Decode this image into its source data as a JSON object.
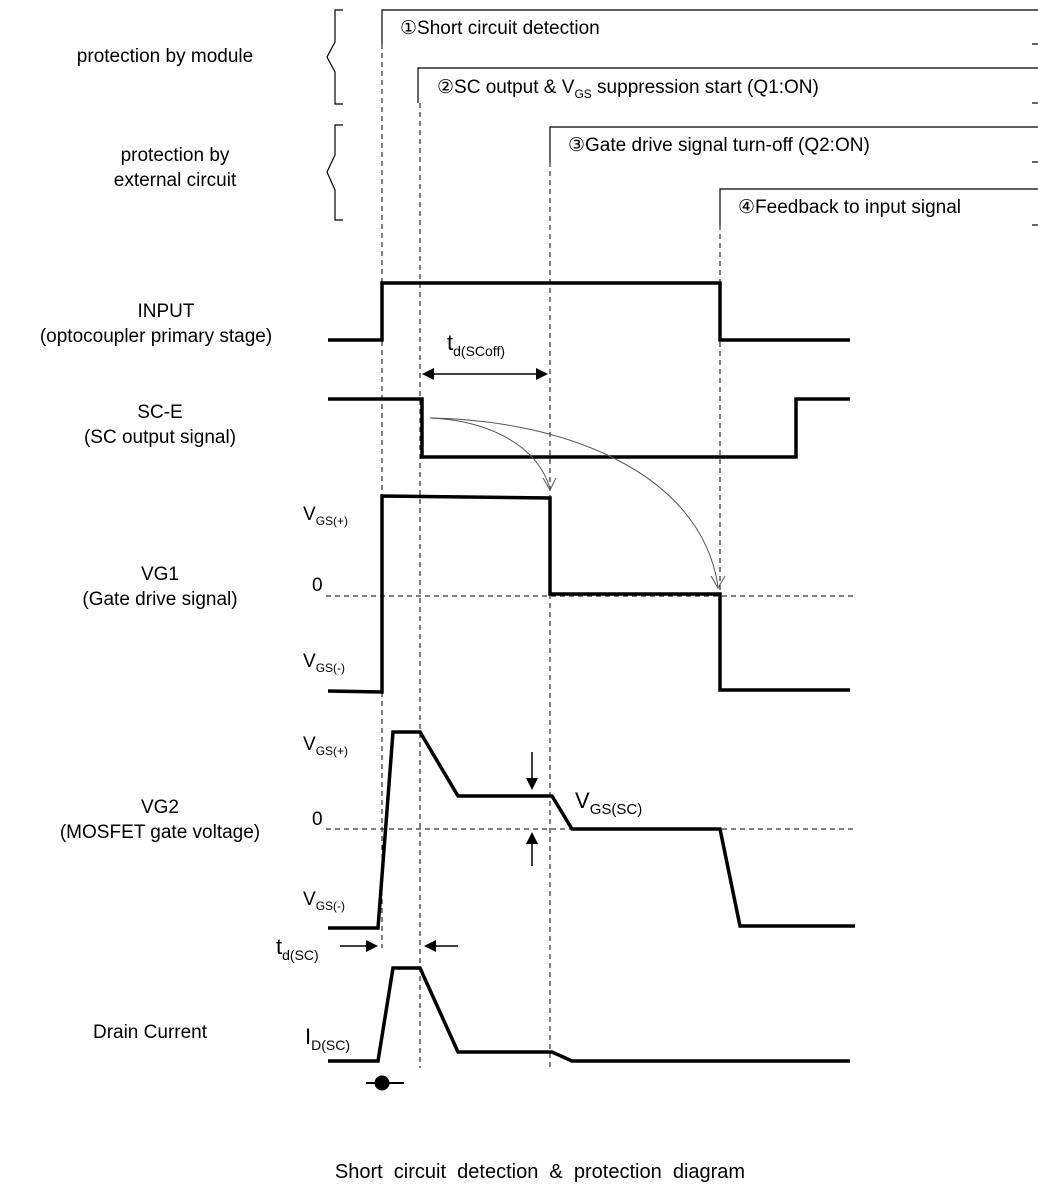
{
  "sections": {
    "module": "protection by module",
    "external_line1": "protection by",
    "external_line2": "external circuit"
  },
  "events": {
    "e1": "①Short circuit detection",
    "e2_pre": "②SC output & V",
    "e2_sub": "GS",
    "e2_post": " suppression start (Q1:ON)",
    "e3": "③Gate drive signal turn-off (Q2:ON)",
    "e4": "④Feedback to input signal"
  },
  "signals": {
    "input_name": "INPUT",
    "input_desc": "(optocoupler primary stage)",
    "sce_name": "SC-E",
    "sce_desc": "(SC output signal)",
    "vg1_name": "VG1",
    "vg1_desc": "(Gate drive signal)",
    "vg2_name": "VG2",
    "vg2_desc": "(MOSFET gate voltage)",
    "drain_name": "Drain Current"
  },
  "levels": {
    "v": "V",
    "gs_pos": "GS(+)",
    "gs_neg": "GS(-)",
    "zero": "0",
    "gs_sc": "GS(SC)"
  },
  "timings": {
    "t": "t",
    "d_scoff": "d(SCoff)",
    "d_sc": "d(SC)",
    "i": "I",
    "d_sc_current": "D(SC)"
  },
  "caption": "Short  circuit  detection  &  protection  diagram"
}
